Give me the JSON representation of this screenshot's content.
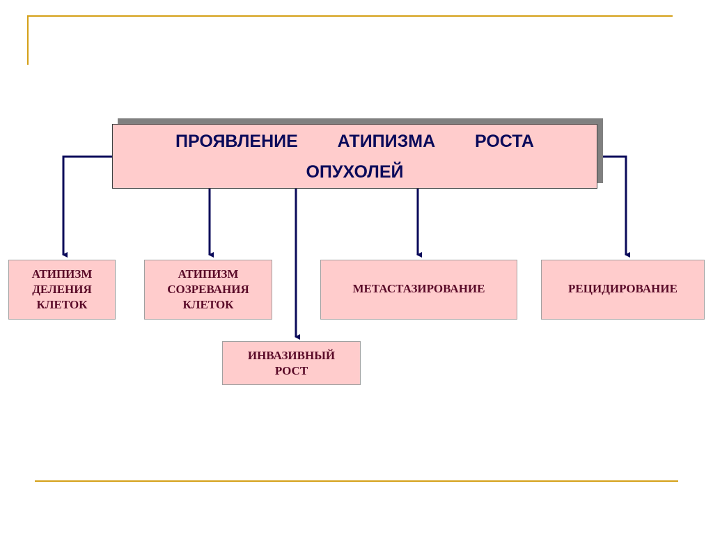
{
  "title": {
    "line1": "ПРОЯВЛЕНИЕ   АТИПИЗМА   РОСТА",
    "line2": "ОПУХОЛЕЙ"
  },
  "nodes": [
    {
      "lines": [
        "АТИПИЗМ",
        "ДЕЛЕНИЯ",
        "КЛЕТОК"
      ]
    },
    {
      "lines": [
        "АТИПИЗМ",
        "СОЗРЕВАНИЯ",
        "КЛЕТОК"
      ]
    },
    {
      "lines": [
        "МЕТАСТАЗИРОВАНИЕ"
      ]
    },
    {
      "lines": [
        "РЕЦИДИРОВАНИЕ"
      ]
    },
    {
      "lines": [
        "ИНВАЗИВНЫЙ",
        "РОСТ"
      ]
    }
  ],
  "colors": {
    "accent_line": "#d4a017",
    "box_fill": "#ffcccc",
    "arrow": "#0a0a5a",
    "node_text": "#5a0a28"
  }
}
